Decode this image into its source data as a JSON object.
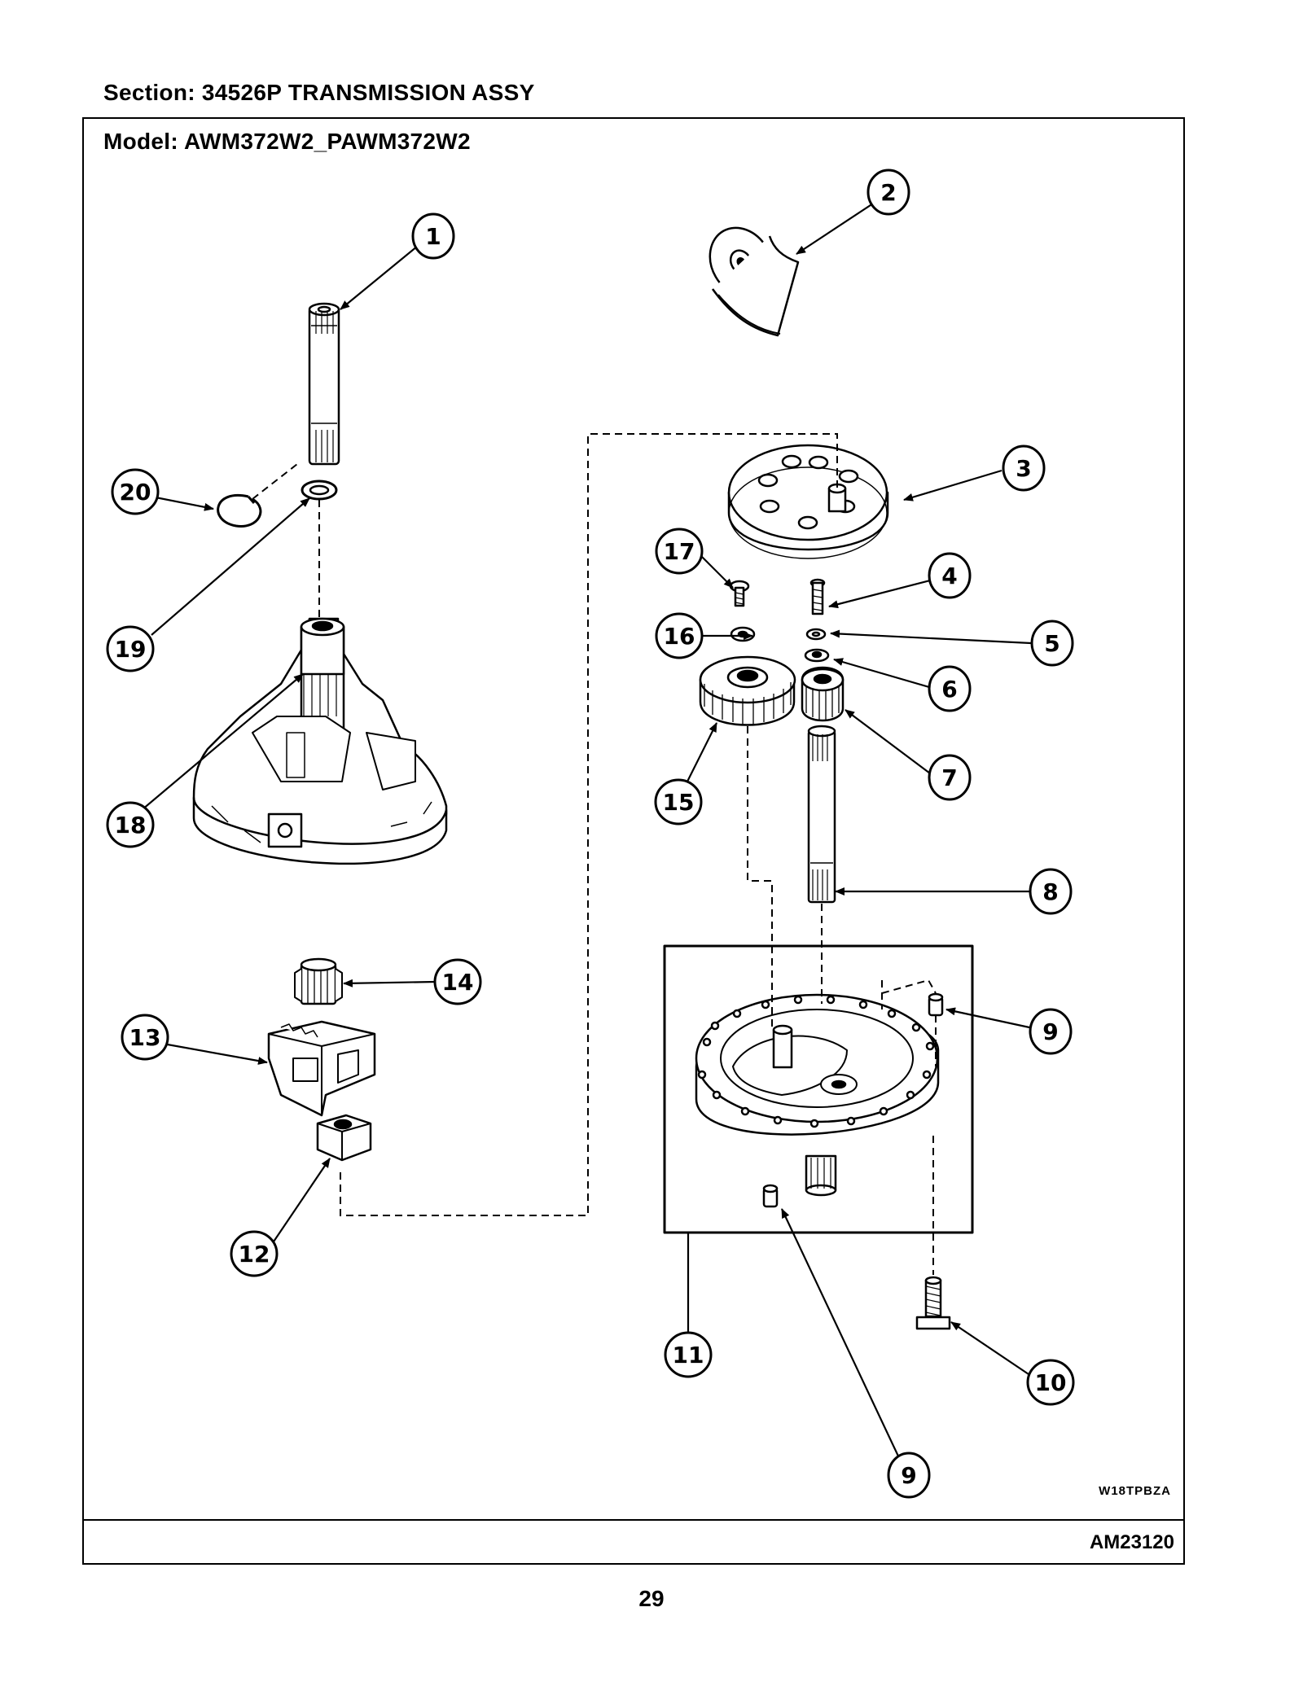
{
  "header": {
    "section_label": "Section:  34526P TRANSMISSION ASSY",
    "model_label": "Model:  AWM372W2_PAWM372W2"
  },
  "diagram": {
    "drawing_code": "W18TPBZA",
    "callouts": [
      "1",
      "2",
      "3",
      "4",
      "5",
      "6",
      "7",
      "8",
      "9",
      "9",
      "10",
      "11",
      "12",
      "13",
      "14",
      "15",
      "16",
      "17",
      "18",
      "19",
      "20"
    ]
  },
  "footer": {
    "reference_code": "AM23120",
    "page_number": "29"
  }
}
